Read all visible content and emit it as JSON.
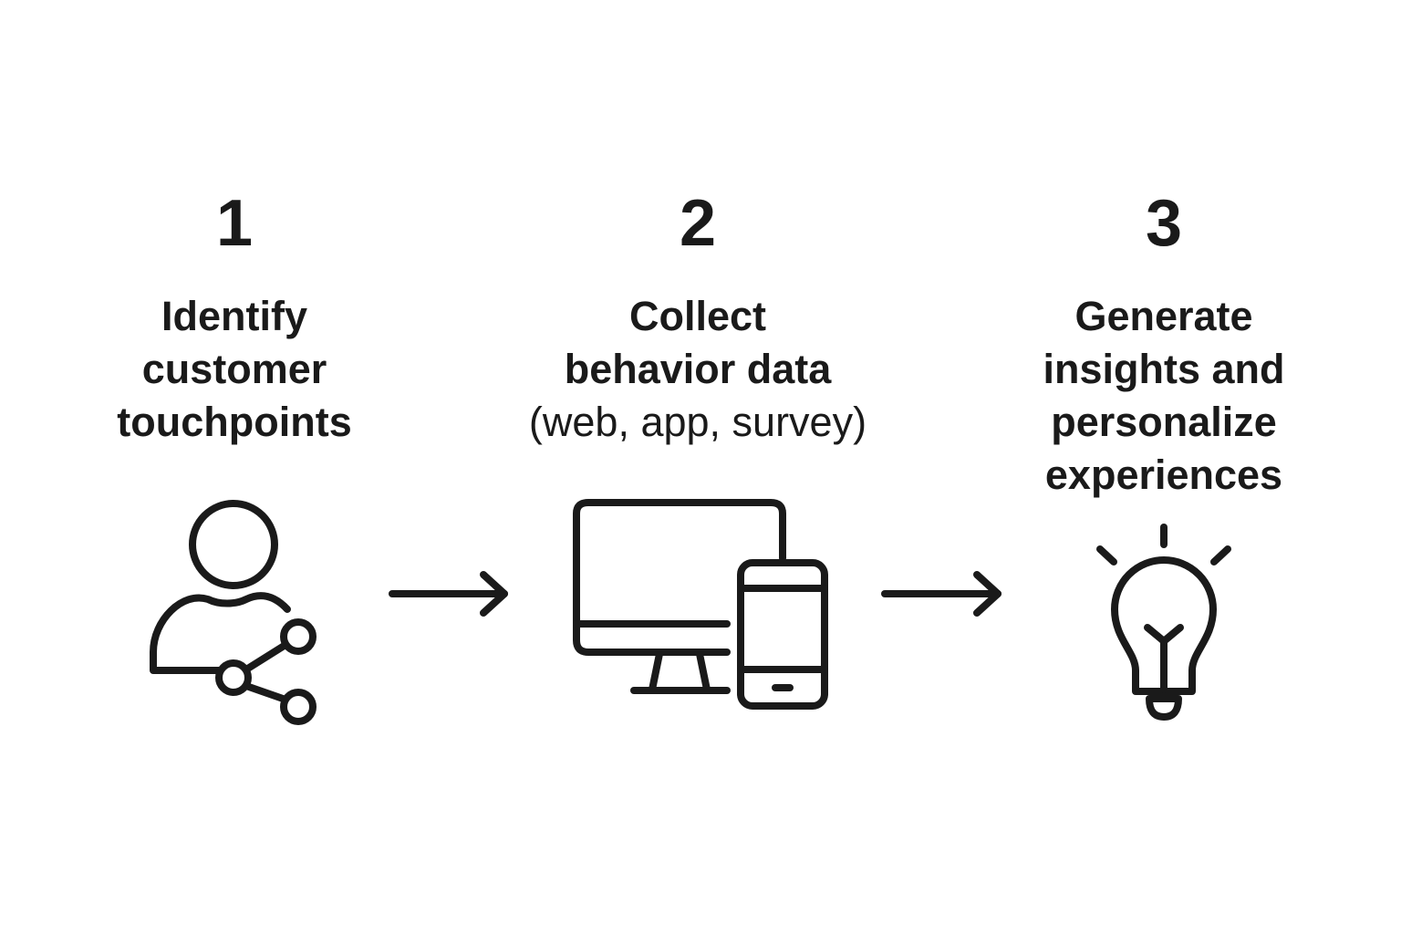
{
  "steps": [
    {
      "number": "1",
      "title_lines": [
        "Identify",
        "customer",
        "touchpoints"
      ],
      "icon": "user-share-icon"
    },
    {
      "number": "2",
      "title_lines": [
        "Collect",
        "behavior data"
      ],
      "subtitle": "(web, app, survey)",
      "icon": "devices-icon"
    },
    {
      "number": "3",
      "title_lines": [
        "Generate",
        "insights and",
        "personalize",
        "experiences"
      ],
      "icon": "lightbulb-icon"
    }
  ],
  "colors": {
    "ink": "#1a1a1a",
    "background": "#ffffff"
  }
}
